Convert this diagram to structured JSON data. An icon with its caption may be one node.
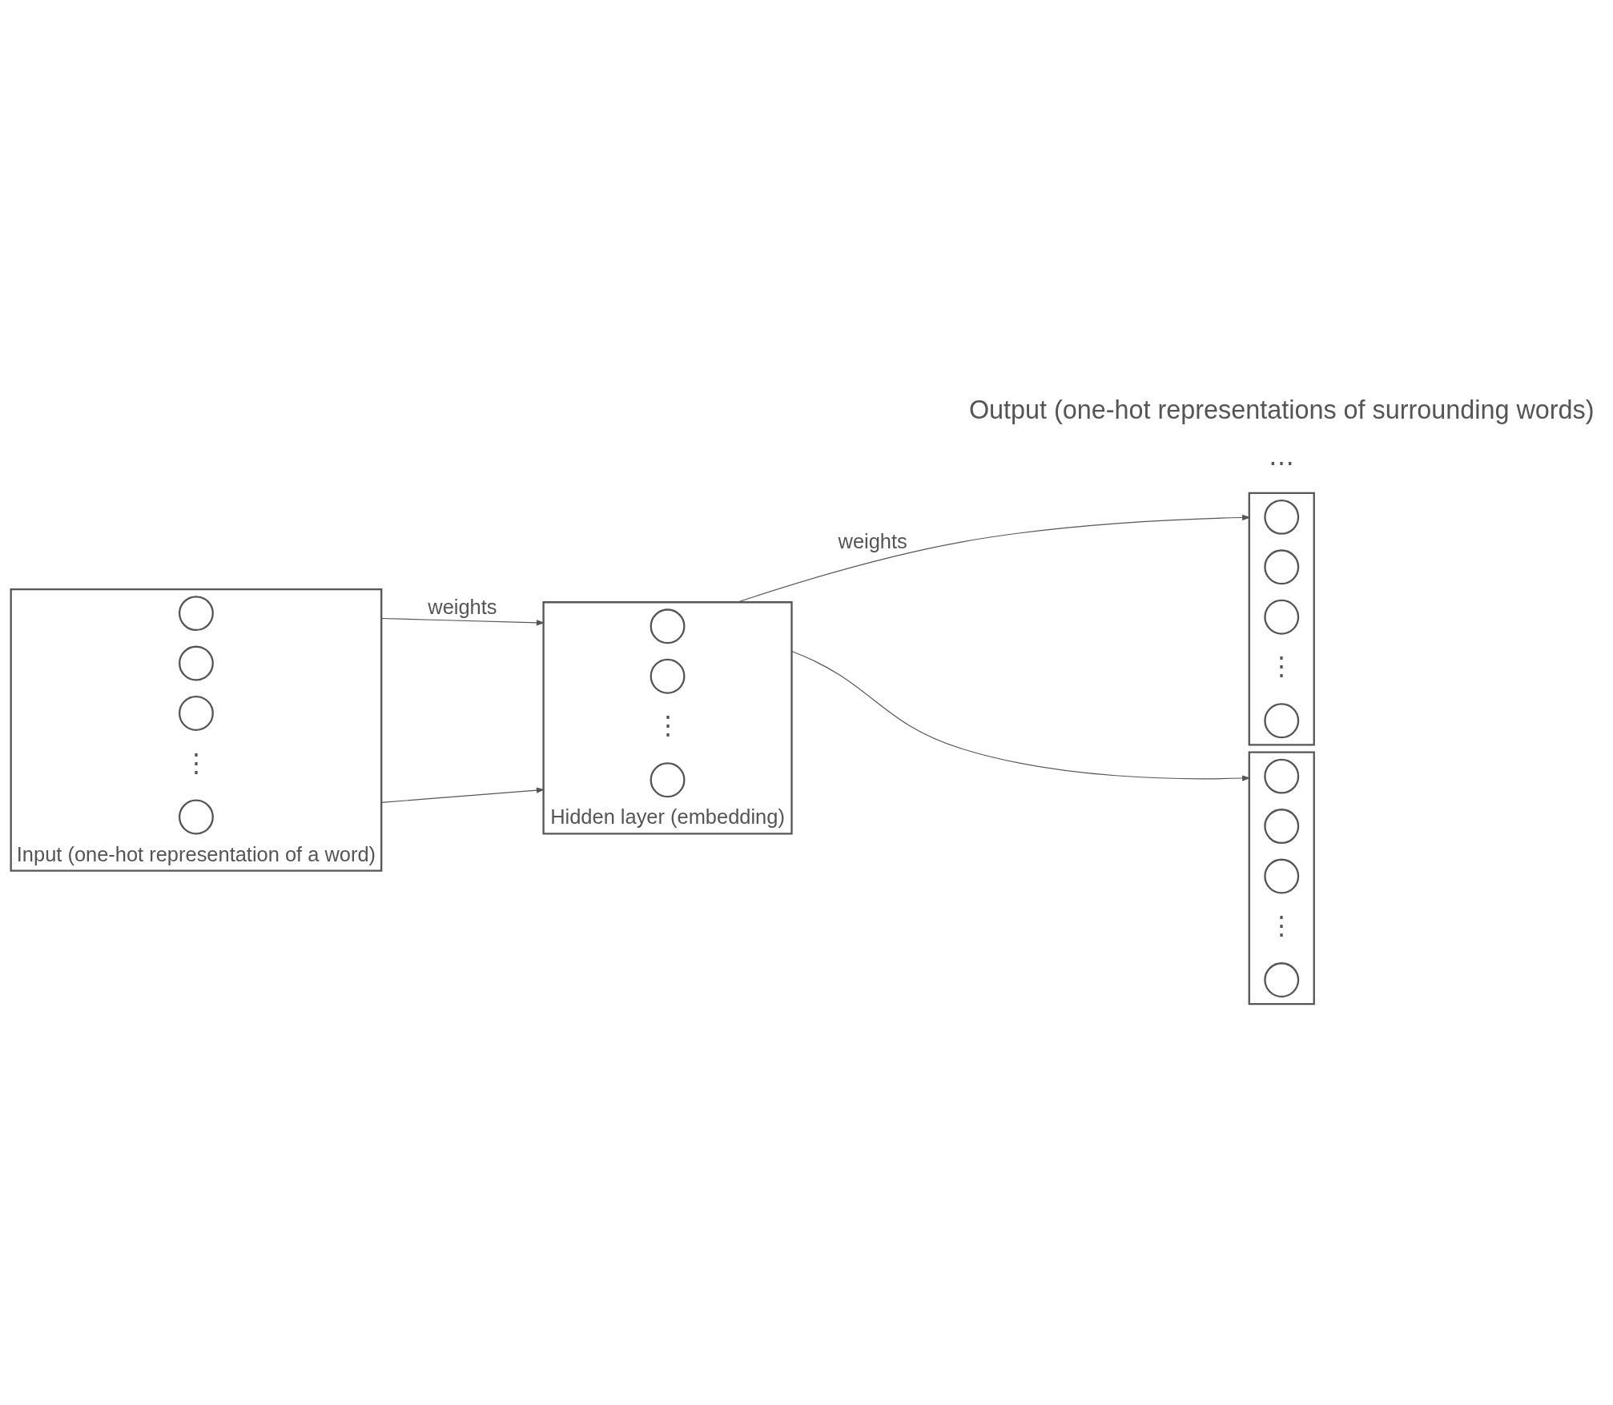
{
  "diagram": {
    "nodes": [
      {
        "text": [
          "Input (one-hot representation of a word)"
        ]
      },
      {
        "text": [],
        "shape": "circle",
        "in": 0
      },
      {
        "text": [],
        "shape": "circle",
        "in": 0
      },
      {
        "text": [],
        "shape": "circle",
        "in": 0
      },
      {
        "text": [],
        "shape": "circle",
        "in": 0
      },
      {
        "text": [
          "Hidden layer (embedding)"
        ]
      },
      {
        "text": [],
        "shape": "circle",
        "in": 5
      },
      {
        "text": [],
        "shape": "circle",
        "in": 5
      },
      {
        "text": [],
        "shape": "circle",
        "in": 5
      },
      {
        "text": [],
        "shape": "box"
      },
      {
        "text": [],
        "shape": "circle",
        "in": 9
      },
      {
        "text": [],
        "shape": "circle",
        "in": 9
      },
      {
        "text": [],
        "shape": "circle",
        "in": 9
      },
      {
        "text": [],
        "shape": "circle",
        "in": 9
      },
      {
        "text": [],
        "shape": "box"
      },
      {
        "text": [],
        "shape": "circle",
        "in": 14
      },
      {
        "text": [],
        "shape": "circle",
        "in": 14
      },
      {
        "text": [],
        "shape": "circle",
        "in": 14
      },
      {
        "text": [],
        "shape": "circle",
        "in": 14
      }
    ],
    "edges": [
      {
        "from": 0,
        "to": 5,
        "arrow": "to",
        "label": "weights"
      },
      {
        "from": 0,
        "to": 5,
        "arrow": "to"
      },
      {
        "from": 5,
        "to": 9,
        "arrow": "to",
        "label": "weights"
      },
      {
        "from": 5,
        "to": 14,
        "arrow": "to"
      }
    ],
    "labels": [
      "⋮",
      "⋮",
      "⋮",
      "⋯",
      "⋮",
      "Output (one-hot representations of surrounding words)"
    ]
  }
}
